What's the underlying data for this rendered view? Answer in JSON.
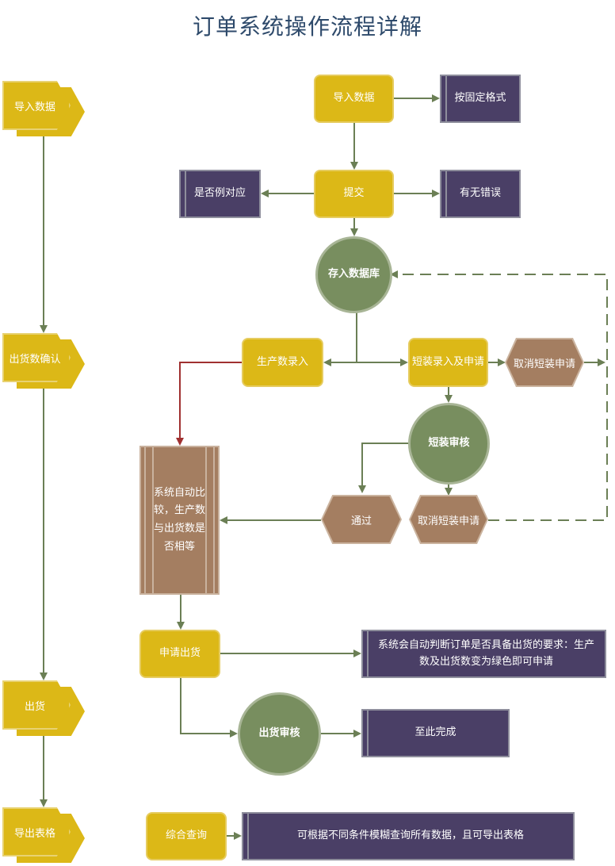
{
  "title": "订单系统操作流程详解",
  "left_lane": [
    {
      "id": "lane-import",
      "label": "导入数据"
    },
    {
      "id": "lane-confirm",
      "label": "出货数确认"
    },
    {
      "id": "lane-ship",
      "label": "出货"
    },
    {
      "id": "lane-export",
      "label": "导出表格"
    }
  ],
  "nodes": {
    "import": "导入数据",
    "fixed_format": "按固定格式",
    "submit": "提交",
    "match": "是否例对应",
    "errors": "有无错误",
    "store_db": "存入数据库",
    "production_entry": "生产数录入",
    "short_entry": "短装录入及申请",
    "cancel_short_top": "取消短装申请",
    "short_review": "短装审核",
    "pass": "通过",
    "cancel_short_bottom": "取消短装申请",
    "auto_compare": "系统自动比较，生产数与出货数是否相等",
    "apply_ship": "申请出货",
    "system_note": "系统会自动判断订单是否具备出货的要求：生产数及出货数变为绿色即可申请",
    "ship_review": "出货审核",
    "complete": "至此完成",
    "query": "综合查询",
    "query_note": "可根据不同条件模糊查询所有数据，且可导出表格"
  },
  "colors": {
    "yellow": "#dcb817",
    "purple": "#4a3f66",
    "green": "#788e5f",
    "brown": "#a47e61",
    "line": "#6b7f55",
    "red_line": "#a03030"
  }
}
